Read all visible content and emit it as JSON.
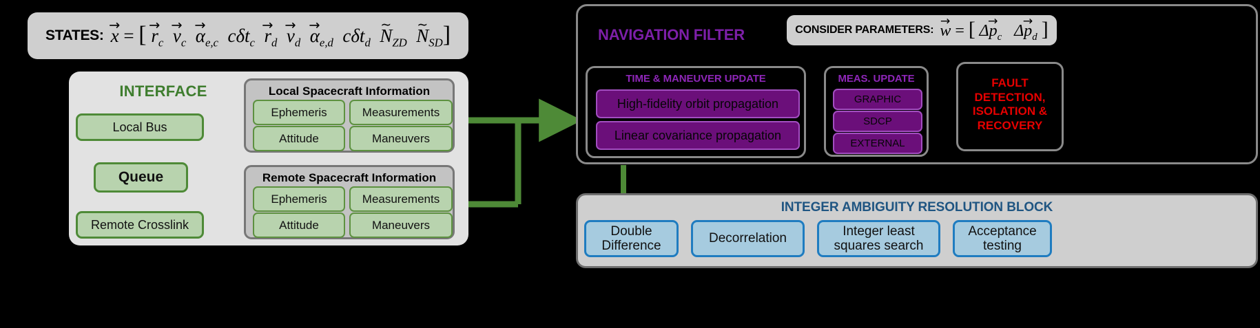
{
  "states": {
    "label": "STATES:",
    "equation_plain": "x⃗ = [ r⃗_c v⃗_c α⃗_e,c cδt_c r⃗_d v⃗_d α⃗_e,d cδt_d Ñ_ZD Ñ_SD ]",
    "lhs": "x",
    "eq": "=",
    "open_bracket": "[",
    "close_bracket": "]",
    "terms": [
      {
        "base": "r",
        "sub": "c",
        "accent": "vec"
      },
      {
        "base": "v",
        "sub": "c",
        "accent": "vec"
      },
      {
        "base": "α",
        "sub": "e,c",
        "accent": "vec"
      },
      {
        "base": "cδt",
        "sub": "c",
        "accent": "none"
      },
      {
        "base": "r",
        "sub": "d",
        "accent": "vec"
      },
      {
        "base": "v",
        "sub": "d",
        "accent": "vec"
      },
      {
        "base": "α",
        "sub": "e,d",
        "accent": "vec"
      },
      {
        "base": "cδt",
        "sub": "d",
        "accent": "none"
      },
      {
        "base": "N",
        "sub": "ZD",
        "accent": "tilde"
      },
      {
        "base": "N",
        "sub": "SD",
        "accent": "tilde"
      }
    ]
  },
  "interface": {
    "title": "INTERFACE",
    "nodes": {
      "local_bus": "Local Bus",
      "queue": "Queue",
      "remote_crosslink": "Remote Crosslink"
    }
  },
  "spacecraft_info": [
    {
      "title": "Local Spacecraft Information",
      "cells": [
        "Ephemeris",
        "Measurements",
        "Attitude",
        "Maneuvers"
      ]
    },
    {
      "title": "Remote Spacecraft Information",
      "cells": [
        "Ephemeris",
        "Measurements",
        "Attitude",
        "Maneuvers"
      ]
    }
  ],
  "navigation_filter": {
    "title": "NAVIGATION FILTER",
    "consider_parameters": {
      "label": "CONSIDER PARAMETERS:",
      "equation_plain": "w⃗ = [ Δp⃗_c Δp⃗_d ]",
      "lhs": "w",
      "eq": "=",
      "open_bracket": "[",
      "close_bracket": "]",
      "terms": [
        {
          "base": "Δp",
          "sub": "c",
          "accent": "vec"
        },
        {
          "base": "Δp",
          "sub": "d",
          "accent": "vec"
        }
      ]
    },
    "time_maneuver_update": {
      "title": "TIME & MANEUVER UPDATE",
      "items": [
        "High-fidelity orbit propagation",
        "Linear covariance propagation"
      ]
    },
    "meas_update": {
      "title": "MEAS. UPDATE",
      "items": [
        "GRAPHIC",
        "SDCP",
        "EXTERNAL"
      ]
    },
    "fdir": {
      "text": "FAULT DETECTION, ISOLATION & RECOVERY",
      "lines": [
        "FAULT",
        "DETECTION,",
        "ISOLATION &",
        "RECOVERY"
      ]
    }
  },
  "integer_ambiguity_resolution": {
    "title": "INTEGER AMBIGUITY RESOLUTION BLOCK",
    "steps": [
      {
        "lines": [
          "Double",
          "Difference"
        ]
      },
      {
        "lines": [
          "Decorrelation"
        ]
      },
      {
        "lines": [
          "Integer least",
          "squares search"
        ]
      },
      {
        "lines": [
          "Acceptance",
          "testing"
        ]
      }
    ]
  },
  "colors": {
    "background": "#000000",
    "panel_gray": "#cfcfcf",
    "interface_panel": "#e2e2e2",
    "green_accent": "#4e8a37",
    "green_title": "#3e7d2e",
    "green_fill": "#b8d3ae",
    "group_gray_fill": "#c3c3c3",
    "group_gray_border": "#777777",
    "purple_title": "#7d1fa8",
    "purple_fill": "#6b0f7a",
    "purple_border": "#a24ec0",
    "red": "#e60000",
    "blue_title": "#1f5582",
    "blue_fill": "#a6cbdf",
    "blue_border": "#1f7cc0",
    "black_line": "#000000"
  }
}
